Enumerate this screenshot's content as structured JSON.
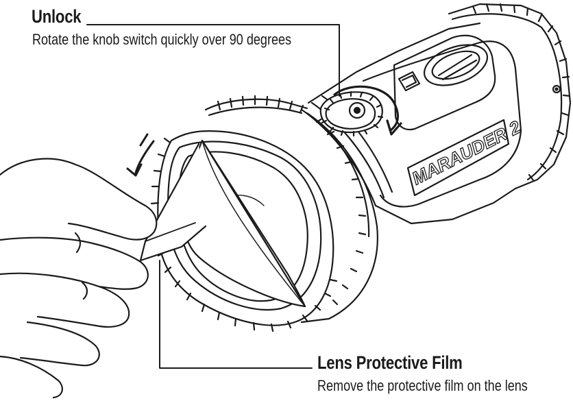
{
  "unlock": {
    "title": "Unlock",
    "description": "Rotate the knob switch quickly over 90 degrees"
  },
  "lens_film": {
    "title": "Lens Protective Film",
    "description": "Remove the protective film on the lens"
  },
  "product": {
    "model_logo": "MARAUDER 2"
  },
  "colors": {
    "line": "#1a1a1a",
    "background": "#ffffff"
  }
}
